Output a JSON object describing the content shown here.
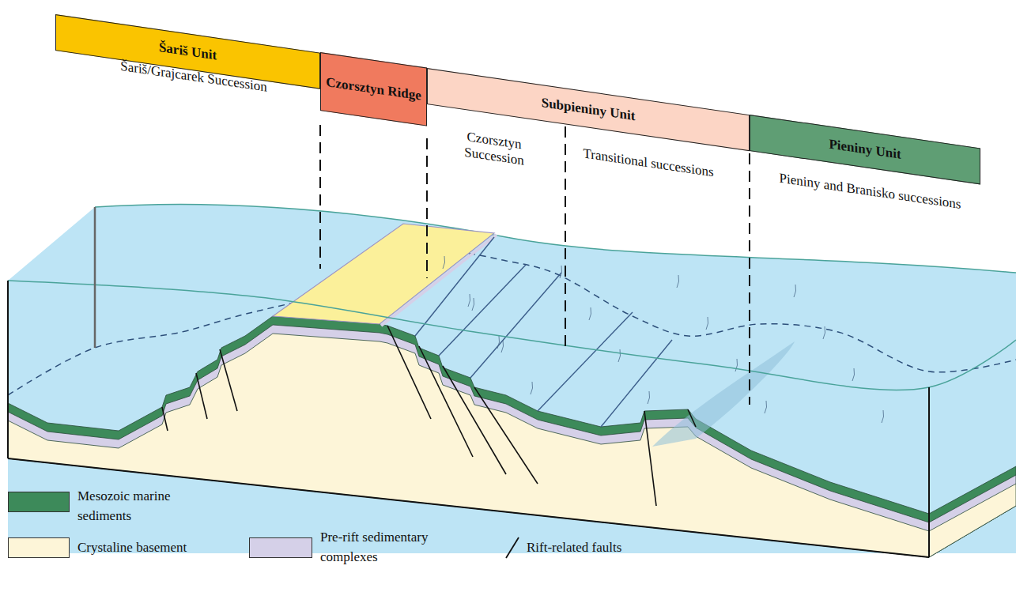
{
  "diagram": {
    "nodes": [
      {
        "text": [
          "Šariš Unit"
        ]
      },
      {
        "text": [
          "Czorsztyn Ridge"
        ]
      },
      {
        "text": [
          "Subpieniny Unit"
        ]
      },
      {
        "text": [
          "Pieniny Unit"
        ]
      }
    ],
    "labels": [
      "Šariš/Grajcarek Succession",
      "Czorsztyn Succession",
      "Transitional successions",
      "Pieniny and Branisko successions"
    ],
    "legend": [
      {
        "text": "Mesozoic marine sediments",
        "color": "#3d8a5a"
      },
      {
        "text": "Crystaline basement",
        "color": "#fdf5d8"
      },
      {
        "text": "Pre-rift sedimentary complexes",
        "color": "#d5d0e8"
      },
      {
        "text": "Rift-related faults"
      }
    ]
  }
}
